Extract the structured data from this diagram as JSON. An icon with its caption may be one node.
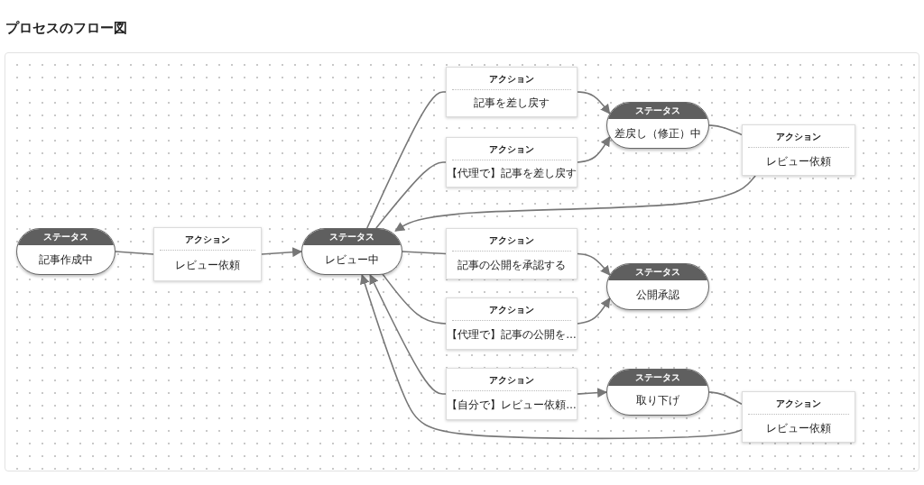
{
  "diagram": {
    "title": "プロセスのフロー図",
    "nodes": [
      {
        "text": [
          "ステータス",
          "記事作成中"
        ]
      },
      {
        "text": [
          "アクション",
          "レビュー依頼"
        ]
      },
      {
        "text": [
          "ステータス",
          "レビュー中"
        ]
      },
      {
        "text": [
          "アクション",
          "記事を差し戻す"
        ]
      },
      {
        "text": [
          "アクション",
          "【代理で】記事を差し戻す"
        ]
      },
      {
        "text": [
          "ステータス",
          "差戻し（修正）中"
        ]
      },
      {
        "text": [
          "アクション",
          "レビュー依頼"
        ]
      },
      {
        "text": [
          "アクション",
          "記事の公開を承認する"
        ]
      },
      {
        "text": [
          "ステータス",
          "公開承認"
        ]
      },
      {
        "text": [
          "アクション",
          "【代理で】記事の公開を…"
        ]
      },
      {
        "text": [
          "アクション",
          "【自分で】レビュー依頼…"
        ]
      },
      {
        "text": [
          "ステータス",
          "取り下げ"
        ]
      },
      {
        "text": [
          "アクション",
          "レビュー依頼"
        ]
      }
    ],
    "edges": [
      {
        "from": 0,
        "to": 1,
        "arrow": "none"
      },
      {
        "from": 1,
        "to": 2,
        "arrow": "to"
      },
      {
        "from": 2,
        "to": 3,
        "arrow": "none"
      },
      {
        "from": 3,
        "to": 5,
        "arrow": "to"
      },
      {
        "from": 2,
        "to": 4,
        "arrow": "none"
      },
      {
        "from": 4,
        "to": 5,
        "arrow": "to"
      },
      {
        "from": 5,
        "to": 6,
        "arrow": "none"
      },
      {
        "from": 6,
        "to": 2,
        "arrow": "to"
      },
      {
        "from": 2,
        "to": 7,
        "arrow": "none"
      },
      {
        "from": 7,
        "to": 8,
        "arrow": "to"
      },
      {
        "from": 2,
        "to": 9,
        "arrow": "none"
      },
      {
        "from": 9,
        "to": 8,
        "arrow": "to"
      },
      {
        "from": 10,
        "to": 2,
        "arrow": "to"
      },
      {
        "from": 10,
        "to": 11,
        "arrow": "to"
      },
      {
        "from": 11,
        "to": 12,
        "arrow": "none"
      },
      {
        "from": 12,
        "to": 2,
        "arrow": "to"
      }
    ]
  }
}
